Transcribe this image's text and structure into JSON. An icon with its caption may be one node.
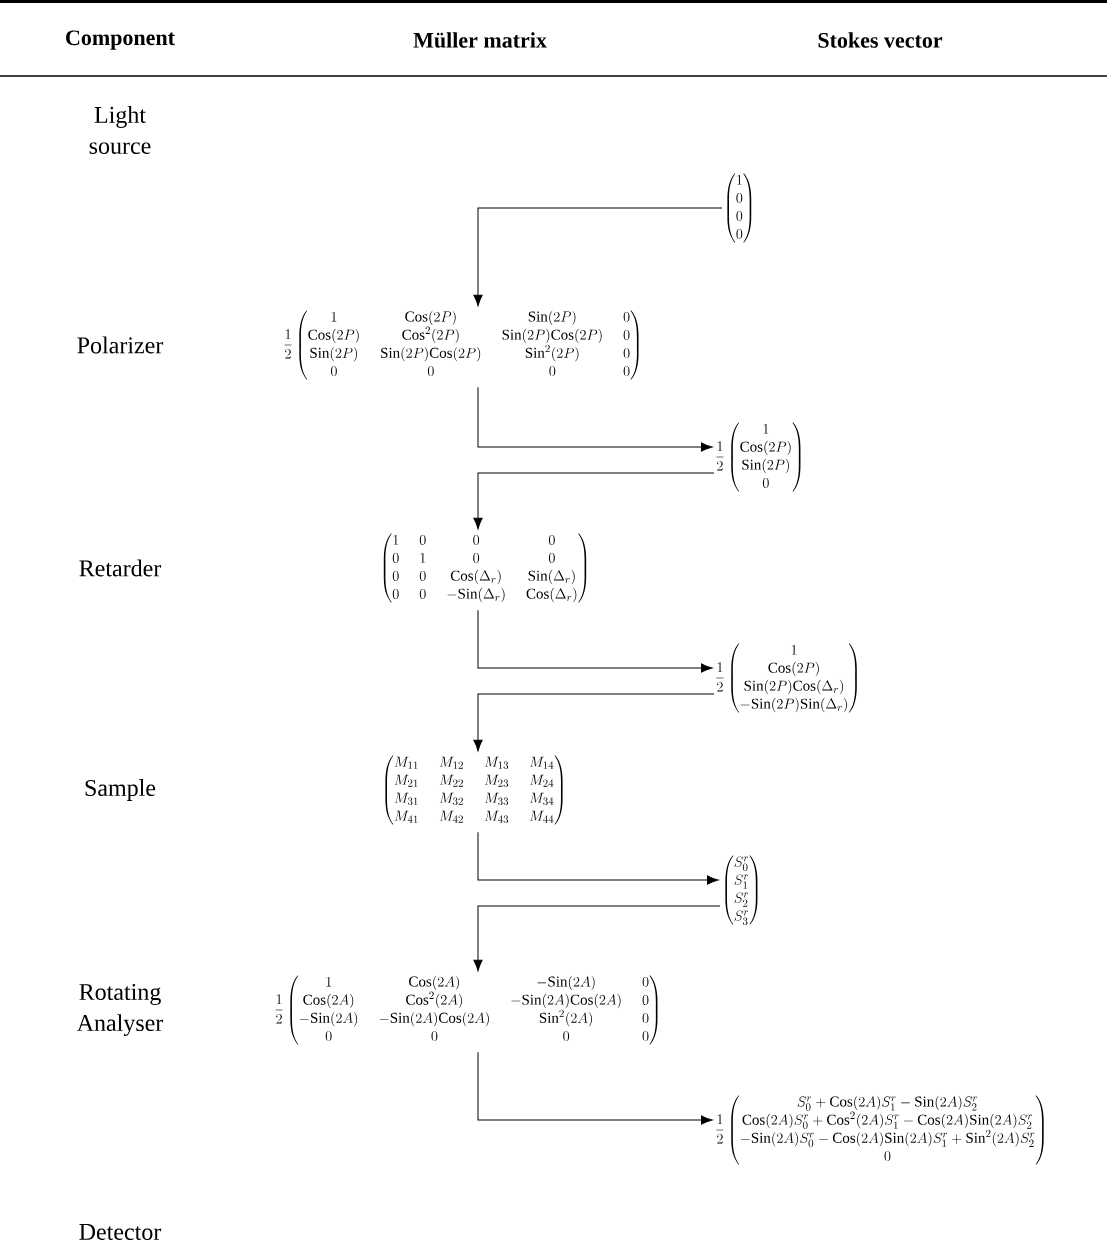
{
  "diagram": {
    "nodes": [
      {
        "text": [
          "\\begin{pmatrix}1\\\\0\\\\0\\\\0\\end{pmatrix}"
        ]
      },
      {
        "text": [
          "\\frac{1}{2}\\begin{pmatrix}1 & \\mathrm{Cos}(2P) & \\mathrm{Sin}(2P) & 0\\\\ \\mathrm{Cos}(2P) & \\mathrm{Cos}^2(2P) & \\mathrm{Sin}(2P)\\mathrm{Cos}(2P) & 0\\\\ \\mathrm{Sin}(2P) & \\mathrm{Sin}(2P)\\mathrm{Cos}(2P) & \\mathrm{Sin}^2(2P) & 0\\\\ 0 & 0 & 0 & 0\\end{pmatrix}"
        ]
      },
      {
        "text": [
          "\\frac{1}{2}\\begin{pmatrix}1\\\\ \\mathrm{Cos}(2P)\\\\ \\mathrm{Sin}(2P)\\\\ 0\\end{pmatrix}"
        ]
      },
      {
        "text": [
          "\\begin{pmatrix}1 & 0 & 0 & 0\\\\ 0 & 1 & 0 & 0\\\\ 0 & 0 & \\mathrm{Cos}(\\Delta_r) & \\mathrm{Sin}(\\Delta_r)\\\\ 0 & 0 & -\\mathrm{Sin}(\\Delta_r) & \\mathrm{Cos}(\\Delta_r)\\end{pmatrix}"
        ]
      },
      {
        "text": [
          "\\frac{1}{2}\\begin{pmatrix}1\\\\ \\mathrm{Cos}(2P)\\\\ \\mathrm{Sin}(2P)\\mathrm{Cos}(\\Delta_r)\\\\ -\\mathrm{Sin}(2P)\\mathrm{Sin}(\\Delta_r)\\end{pmatrix}"
        ]
      },
      {
        "text": [
          "\\begin{pmatrix}M_{11} & M_{12} & M_{13} & M_{14}\\\\ M_{21} & M_{22} & M_{23} & M_{24}\\\\ M_{31} & M_{32} & M_{33} & M_{34}\\\\ M_{41} & M_{42} & M_{43} & M_{44}\\end{pmatrix}"
        ]
      },
      {
        "text": [
          "\\begin{pmatrix}S_0^r\\\\ S_1^r\\\\ S_2^r\\\\ S_3^r\\end{pmatrix}"
        ]
      },
      {
        "text": [
          "\\frac{1}{2}\\begin{pmatrix}1 & \\mathrm{Cos}(2A) & -\\mathrm{Sin}(2A) & 0\\\\ \\mathrm{Cos}(2A) & \\mathrm{Cos}^2(2A) & -\\mathrm{Sin}(2A)\\mathrm{Cos}(2A) & 0\\\\ -\\mathrm{Sin}(2A) & -\\mathrm{Sin}(2A)\\mathrm{Cos}(2A) & \\mathrm{Sin}^2(2A) & 0\\\\ 0 & 0 & 0 & 0\\end{pmatrix}"
        ]
      },
      {
        "text": [
          "\\frac{1}{2}\\begin{pmatrix}S_0^r+\\mathrm{Cos}(2A)S_1^r-\\mathrm{Sin}(2A)S_2^r\\\\ \\mathrm{Cos}(2A)S_0^r+\\mathrm{Cos}^2(2A)S_1^r-\\mathrm{Cos}(2A)\\mathrm{Sin}(2A)S_2^r\\\\ -\\mathrm{Sin}(2A)S_0^r-\\mathrm{Cos}(2A)\\mathrm{Sin}(2A)S_1^r+\\mathrm{Sin}^2(2A)S_2^r\\\\ 0\\end{pmatrix}"
        ]
      }
    ],
    "edges": [
      {
        "from": 0,
        "to": 1,
        "arrow": "to"
      },
      {
        "from": 1,
        "to": 2,
        "arrow": "to"
      },
      {
        "from": 2,
        "to": 3,
        "arrow": "to"
      },
      {
        "from": 3,
        "to": 4,
        "arrow": "to"
      },
      {
        "from": 4,
        "to": 5,
        "arrow": "to"
      },
      {
        "from": 5,
        "to": 6,
        "arrow": "to"
      },
      {
        "from": 6,
        "to": 7,
        "arrow": "to"
      },
      {
        "from": 7,
        "to": 8,
        "arrow": "to"
      }
    ],
    "labels": [
      "Component",
      "Müller matrix",
      "Stokes vector",
      "Light source",
      "Polarizer",
      "Retarder",
      "Sample",
      "Rotating Analyser",
      "Detector"
    ]
  }
}
